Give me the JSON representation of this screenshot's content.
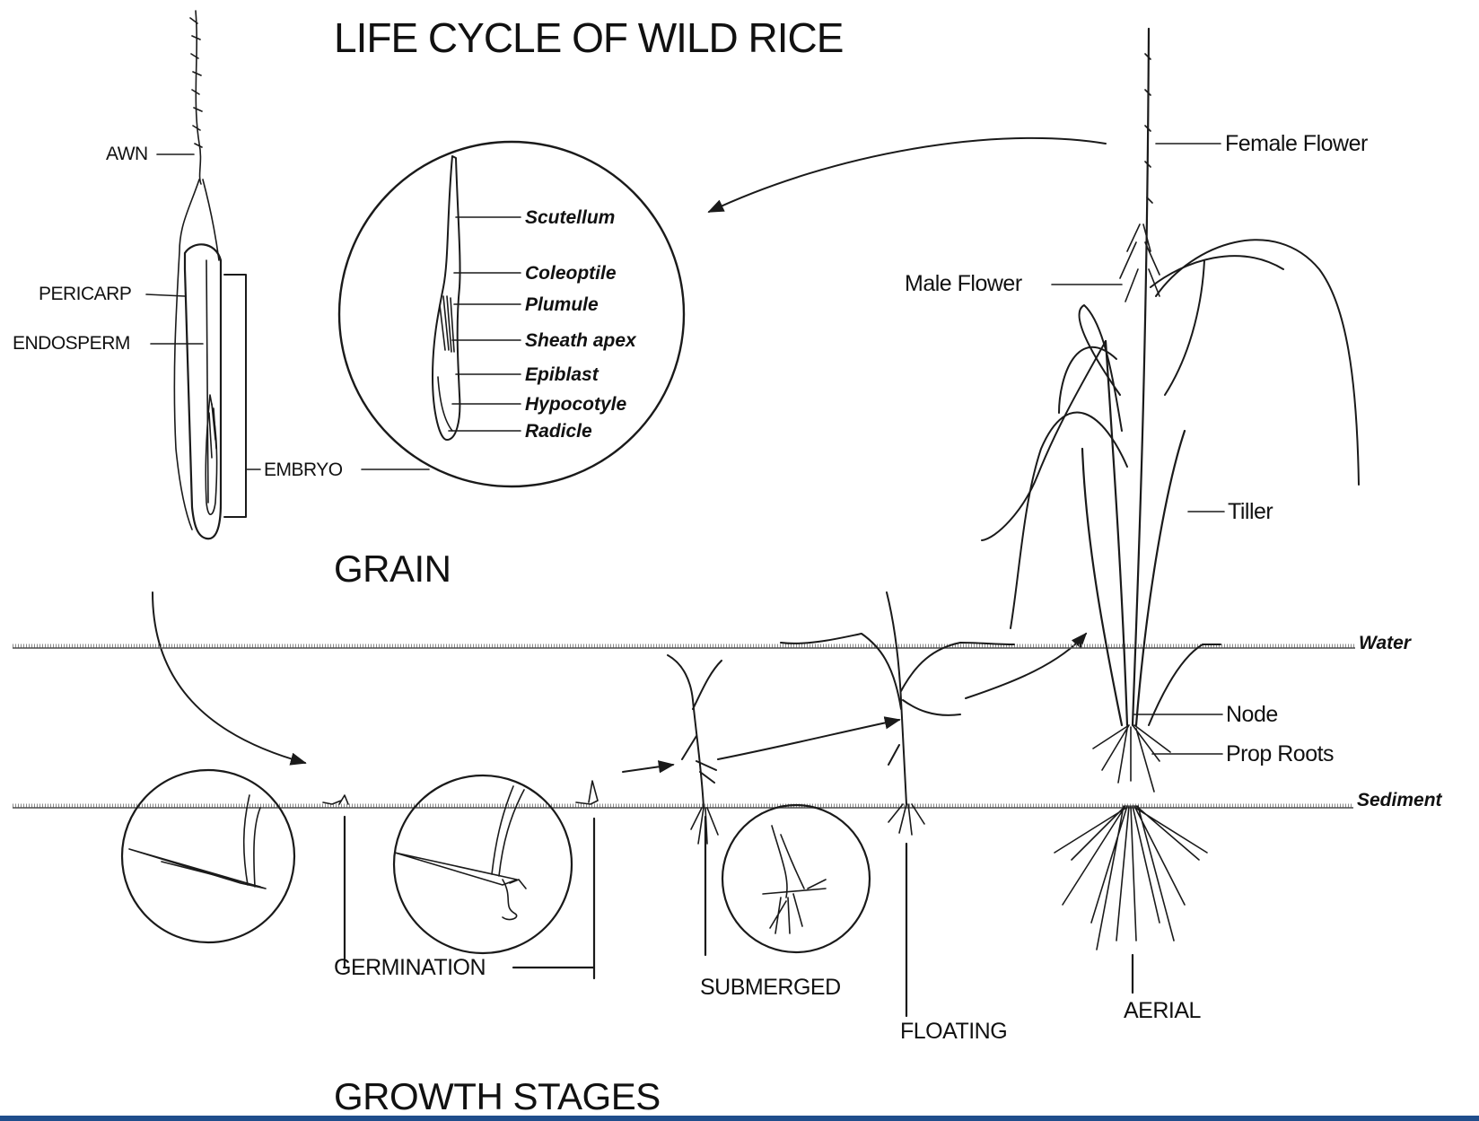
{
  "title": "LIFE CYCLE OF WILD RICE",
  "sections": {
    "grain": "GRAIN",
    "growth_stages": "GROWTH STAGES"
  },
  "grain_labels": {
    "awn": "AWN",
    "pericarp": "PERICARP",
    "endosperm": "ENDOSPERM",
    "embryo": "EMBRYO"
  },
  "embryo_labels": [
    "Scutellum",
    "Coleoptile",
    "Plumule",
    "Sheath apex",
    "Epiblast",
    "Hypocotyle",
    "Radicle"
  ],
  "plant_labels": {
    "female_flower": "Female Flower",
    "male_flower": "Male Flower",
    "tiller": "Tiller",
    "node": "Node",
    "prop_roots": "Prop Roots"
  },
  "levels": {
    "water": "Water",
    "sediment": "Sediment"
  },
  "stages": {
    "germination": "GERMINATION",
    "submerged": "SUBMERGED",
    "floating": "FLOATING",
    "aerial": "AERIAL"
  },
  "colors": {
    "ink": "#1a1a1a",
    "bottom_bar": "#1f4e8c"
  }
}
